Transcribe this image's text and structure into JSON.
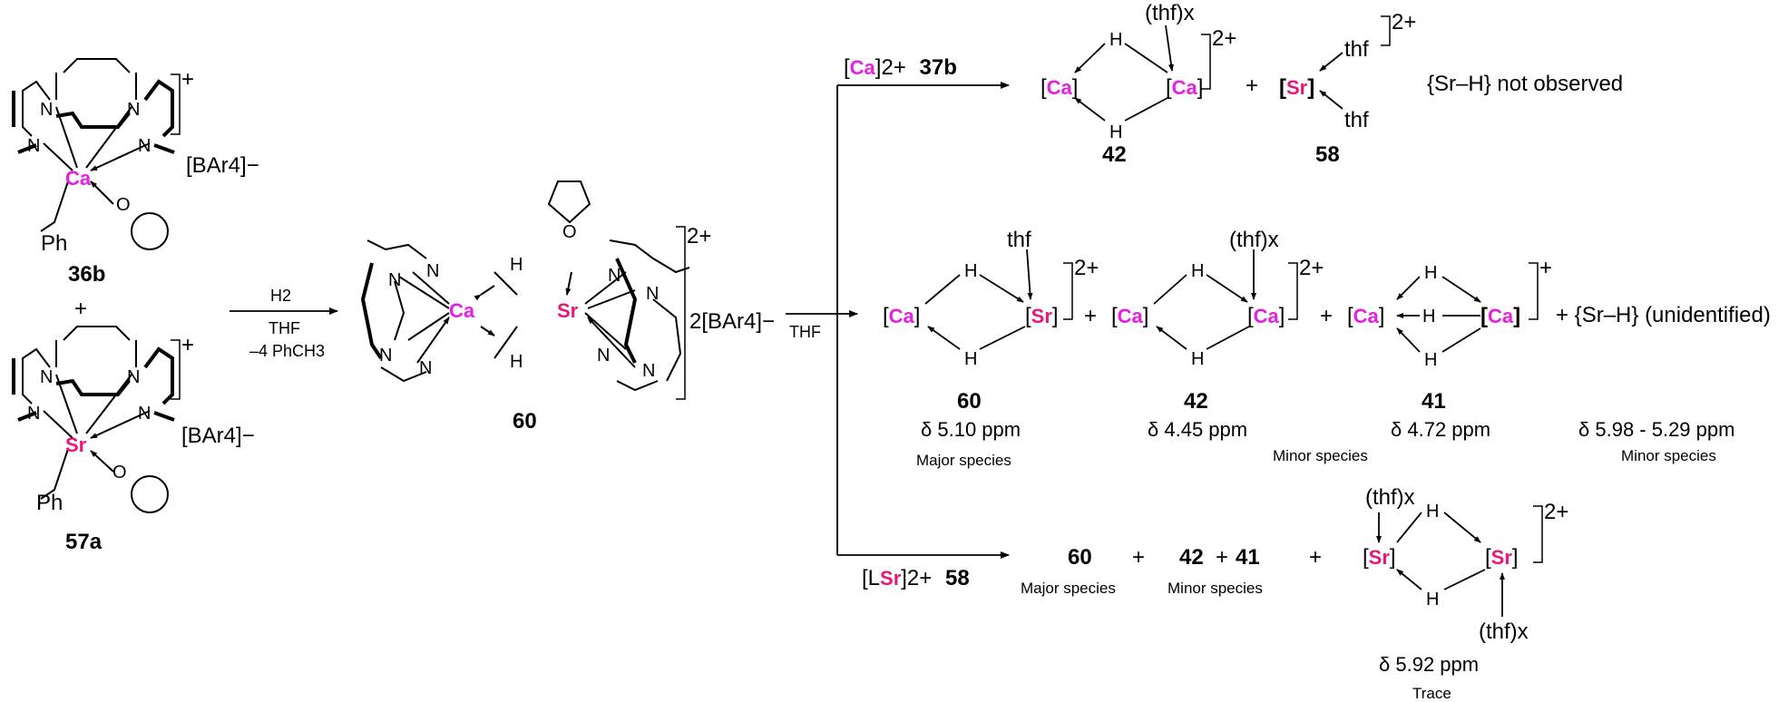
{
  "colors": {
    "calcium": "#e61ee6",
    "strontium": "#e8177a",
    "ink": "#000000"
  },
  "start": {
    "ca_complex": {
      "number": "36b",
      "metal": "Ca",
      "charge": "+",
      "counterion": "[BAr4]−",
      "benzyl": "Ph",
      "atom_N": "N"
    },
    "plus": "+",
    "sr_complex": {
      "number": "57a",
      "metal": "Sr",
      "charge": "+",
      "counterion": "[BAr4]−",
      "benzyl": "Ph",
      "atom_N": "N"
    }
  },
  "step1": {
    "reagent": "H2",
    "solvent": "THF",
    "byproduct": "–4 PhCH3"
  },
  "hetero": {
    "number": "60",
    "charge": "2+",
    "counterion": "2[BAr4]−",
    "ca": "Ca",
    "sr": "Sr",
    "hydride": "H",
    "oxygen": "O",
    "atom_N": "N"
  },
  "step2": {
    "solvent": "THF"
  },
  "branch_top": {
    "reagent_prefix": "[",
    "reagent_metal": "Ca",
    "reagent_suffix": "]2+",
    "reagent_label": "37b",
    "p1": {
      "number": "42",
      "left": "Ca",
      "right": "Ca",
      "hydride": "H",
      "ligand": "(thf)x",
      "charge": "2+"
    },
    "plus": "+",
    "p2": {
      "number": "58",
      "metal": "Sr",
      "ligand1": "thf",
      "ligand2": "thf",
      "charge": "2+"
    },
    "note": "{Sr–H} not observed"
  },
  "branch_mid": {
    "p60": {
      "number": "60",
      "left": "Ca",
      "right": "Sr",
      "hydride": "H",
      "ligand": "thf",
      "charge": "2+",
      "shift": "δ 5.10 ppm",
      "status": "Major species"
    },
    "p42": {
      "number": "42",
      "left": "Ca",
      "right": "Ca",
      "hydride": "H",
      "ligand": "(thf)x",
      "charge": "2+",
      "shift": "δ 4.45 ppm",
      "status": "Minor species"
    },
    "p41": {
      "number": "41",
      "left": "Ca",
      "right": "Ca",
      "hydride": "H",
      "charge": "+",
      "shift": "δ 4.72 ppm"
    },
    "plus": "+",
    "extra": {
      "text": "+ {Sr–H} (unidentified)",
      "shift": "δ 5.98 - 5.29 ppm",
      "status": "Minor species"
    }
  },
  "branch_bot": {
    "reagent_prefix": "[L",
    "reagent_metal": "Sr",
    "reagent_suffix": "]2+",
    "reagent_label": "58",
    "c60": "60",
    "c60_status": "Major species",
    "plus": "+",
    "c42": "42",
    "c41": "41",
    "c4241_status": "Minor species",
    "dimer": {
      "left": "Sr",
      "right": "Sr",
      "hydride": "H",
      "ligand": "(thf)x",
      "charge": "2+",
      "shift": "δ 5.92 ppm",
      "status": "Trace"
    }
  }
}
